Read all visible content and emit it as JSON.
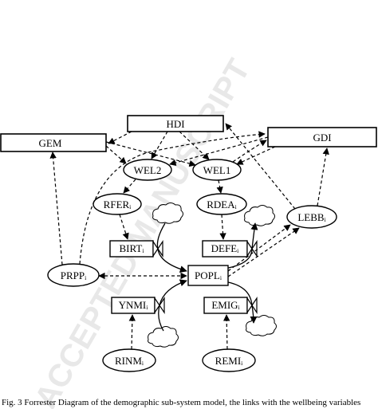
{
  "watermark": "ACCEPTED MANUSCRIPT",
  "nodes": {
    "hdi": "HDI",
    "gem": "GEM",
    "gdi": "GDI",
    "wel2": "WEL2",
    "wel1": "WEL1",
    "rfer": "RFERᵢ",
    "rdea": "RDEAᵢ",
    "lebb": "LEBBᵢ",
    "birt": "BIRTᵢ",
    "defe": "DEFEᵢ",
    "prpp": "PRPPᵢ",
    "popl": "POPLᵢ",
    "ynmi": "YNMIᵢ",
    "emig": "EMIGᵢ",
    "rinm": "RINMᵢ",
    "remi": "REMIᵢ"
  },
  "caption": "Fig. 3 Forrester Diagram of the demographic sub-system model, the links with the wellbeing variables"
}
